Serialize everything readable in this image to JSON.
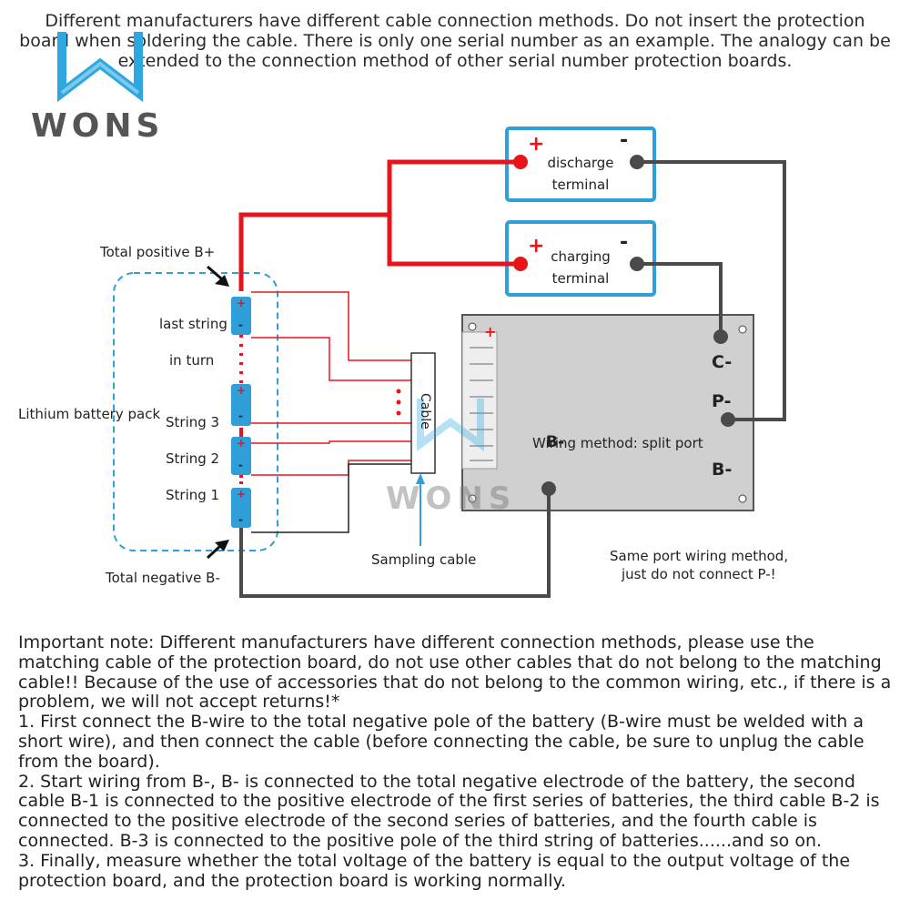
{
  "header": {
    "note": "Different manufacturers have different cable connection methods. Do not insert the protection board when soldering the cable. There is only one serial number as an example. The analogy can be extended to the connection method of other serial number protection boards."
  },
  "logo": {
    "text": "WONS",
    "icon": "wons-w-logo-icon"
  },
  "watermark": {
    "text": "WONS"
  },
  "colors": {
    "positive_wire": "#e8141b",
    "negative_wire": "#4a4a4a",
    "terminal_border": "#2e9fd8",
    "cell": "#2e9fd8",
    "board": "#cfcfcf"
  },
  "terminals": {
    "discharge": {
      "label_line1": "discharge",
      "label_line2": "terminal",
      "plus": "+",
      "minus": "-"
    },
    "charging": {
      "label_line1": "charging",
      "label_line2": "terminal",
      "plus": "+",
      "minus": "-"
    }
  },
  "battery": {
    "total_positive": "Total positive B+",
    "total_negative": "Total negative B-",
    "pack_label": "Lithium battery pack",
    "last_string": "last string",
    "in_turn": "in turn",
    "string3": "String 3",
    "string2": "String 2",
    "string1": "String 1",
    "cell_plus": "+",
    "cell_minus": "-"
  },
  "cable": {
    "label": "Cable",
    "sampling": "Sampling cable"
  },
  "board": {
    "plus": "+",
    "c_minus": "C-",
    "p_minus": "P-",
    "b_minus": "B-",
    "b_minus_overlay": "B-",
    "method": "Wiring method: split port"
  },
  "same_port_note": {
    "line1": "Same port wiring method,",
    "line2": "just do not connect P-!"
  },
  "important": {
    "p1": "Important note: Different manufacturers have different connection methods, please use the matching cable of the protection board, do not use other cables that do not belong to the matching cable!! Because of the use of accessories that do not belong to the common wiring, etc., if there is a problem, we will not accept returns!*",
    "p2": "1. First connect the B-wire to the total negative pole of the battery (B-wire must be welded with a short wire), and then connect the cable (before connecting the cable, be sure to unplug the cable from the board).",
    "p3": "2. Start wiring from B-, B- is connected to the total negative electrode of the battery, the second cable B-1 is connected to the positive electrode of the first series of batteries, the third cable B-2 is connected to the positive electrode of the second series of batteries, and the fourth cable is connected. B-3 is connected to the positive pole of the third string of batteries......and so on.",
    "p4": "3. Finally, measure whether the total voltage of the battery is equal to the output voltage of the protection board, and the protection board is working normally."
  }
}
